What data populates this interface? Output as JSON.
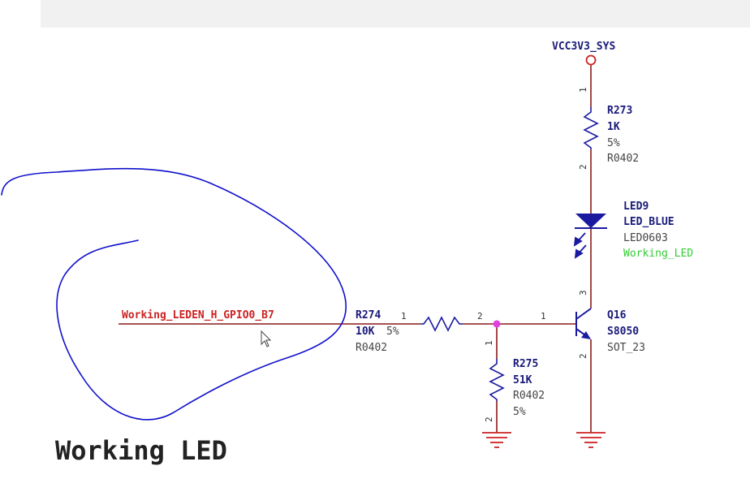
{
  "title": "Working LED",
  "supply": {
    "label": "VCC3V3_SYS"
  },
  "net_label": "Working_LEDEN_H_GPIO0_B7",
  "r273": {
    "ref": "R273",
    "value": "1K",
    "tolerance": "5%",
    "package": "R0402",
    "pin1": "1",
    "pin2": "2"
  },
  "led9": {
    "ref": "LED9",
    "value": "LED_BLUE",
    "package": "LED0603",
    "net": "Working_LED"
  },
  "r274": {
    "ref": "R274",
    "value": "10K",
    "tolerance": "5%",
    "package": "R0402",
    "pin1": "1",
    "pin2": "2"
  },
  "r275": {
    "ref": "R275",
    "value": "51K",
    "package": "R0402",
    "tolerance": "5%",
    "pin1": "1",
    "pin2": "2"
  },
  "q16": {
    "ref": "Q16",
    "value": "S8050",
    "package": "SOT_23",
    "pin1": "1",
    "pin2": "2",
    "pin3": "3"
  },
  "colors": {
    "wire": "#8b1a1a",
    "component": "#1a1aa0",
    "net_label": "#cc2222",
    "junction": "#e040e0",
    "annotation": "#1010cc",
    "highlight": "#33cc33"
  },
  "annotation": "hand-drawn-blue-circle"
}
